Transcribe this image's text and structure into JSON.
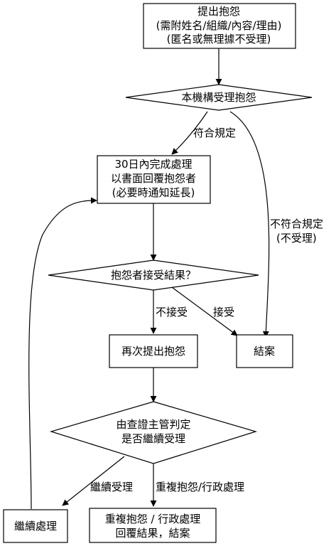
{
  "nodes": {
    "submit": {
      "lines": [
        "提出抱怨",
        "(需附姓名/組織/內容/理由)",
        "(匿名或無理據不受理)"
      ]
    },
    "accept_check": {
      "lines": [
        "本機構受理抱怨"
      ]
    },
    "respond": {
      "lines": [
        "30日內完成處理",
        "以書面回覆抱怨者",
        "(必要時通知延長)"
      ]
    },
    "satisfied": {
      "lines": [
        "抱怨者接受結果？"
      ]
    },
    "resubmit": {
      "lines": [
        "再次提出抱怨"
      ]
    },
    "close": {
      "lines": [
        "結案"
      ]
    },
    "review": {
      "lines": [
        "由查證主管判定",
        "是否繼續受理"
      ]
    },
    "continue": {
      "lines": [
        "繼續處理"
      ]
    },
    "duplicate": {
      "lines": [
        "重複抱怨 / 行政處理",
        "回覆結果，結案"
      ]
    }
  },
  "edges": {
    "meets_rules": "符合規定",
    "not_meets_rules": [
      "不符合規定",
      "(不受理)"
    ],
    "not_accept": "不接受",
    "accept": "接受",
    "continue_accept": "繼續受理",
    "duplicate_admin": "重複抱怨/行政處理"
  }
}
